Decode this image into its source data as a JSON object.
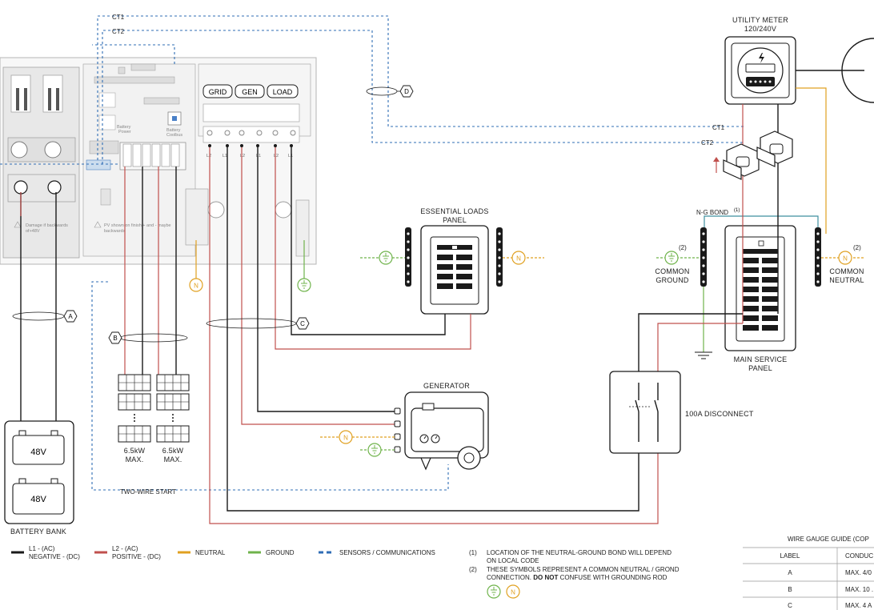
{
  "colors": {
    "l1_black": "#1a1a1a",
    "l2_red": "#c0504d",
    "neutral": "#e0a020",
    "ground": "#6fb34b",
    "sensors": "#2f6db5",
    "ng_bond": "#3f8f9f"
  },
  "labels": {
    "ct1": "CT1",
    "ct2": "CT2",
    "grid": "GRID",
    "gen": "GEN",
    "load": "LOAD",
    "utility_meter": [
      "UTILITY METER",
      "120/240V"
    ],
    "essential_loads_panel": [
      "ESSENTIAL LOADS",
      "PANEL"
    ],
    "ng_bond": "N-G BOND",
    "ng_bond_ref": "(1)",
    "common_ground": [
      "COMMON",
      "GROUND"
    ],
    "common_neutral": [
      "COMMON",
      "NEUTRAL"
    ],
    "ref2": "(2)",
    "main_service_panel": [
      "MAIN SERVICE",
      "PANEL"
    ],
    "generator": "GENERATOR",
    "disconnect": "100A DISCONNECT",
    "battery_48v": "48V",
    "battery_bank": "BATTERY BANK",
    "pv_string": [
      "6.5kW",
      "MAX."
    ],
    "two_wire_start": "TWO-WIRE START",
    "callout_a": "A",
    "callout_b": "B",
    "callout_c": "C",
    "callout_d": "D",
    "neutral_symbol": "N",
    "inverter_tiny_1": "Damage if backwards",
    "inverter_tiny_2": "of+48V",
    "inverter_tiny_3": "PV shown on finish + and - maybe",
    "inverter_tiny_4": "backwards",
    "inverter_tiny_5": "Battery",
    "inverter_tiny_6": "Power",
    "inverter_tiny_7": "Battery",
    "inverter_tiny_8": "Coolbus",
    "terminal_tags": [
      "L2",
      "L1"
    ]
  },
  "legend": [
    {
      "label": "L1 - (AC)\nNEGATIVE - (DC)",
      "color_key": "l1_black"
    },
    {
      "label": "L2 - (AC)\nPOSITIVE - (DC)",
      "color_key": "l2_red"
    },
    {
      "label": "NEUTRAL",
      "color_key": "neutral"
    },
    {
      "label": "GROUND",
      "color_key": "ground"
    },
    {
      "label": "SENSORS / COMMUNICATIONS",
      "color_key": "sensors"
    }
  ],
  "notes": [
    {
      "num": "(1)",
      "text": [
        "LOCATION OF THE NEUTRAL-GROUND BOND WILL DEPEND",
        "ON LOCAL CODE"
      ]
    },
    {
      "num": "(2)",
      "text_prefix": "THESE SYMBOLS REPRESENT A COMMON NEUTRAL / GROND",
      "text_line2_a": "CONNECTION. ",
      "text_line2_b": "DO NOT",
      "text_line2_c": " CONFUSE WITH GROUNDING ROD"
    }
  ],
  "wire_gauge_guide": {
    "title": "WIRE GAUGE GUIDE (COP",
    "headers": [
      "LABEL",
      "CONDUC"
    ],
    "rows": [
      [
        "A",
        "MAX. 4/0"
      ],
      [
        "B",
        "MAX. 10 ."
      ],
      [
        "C",
        "MAX. 4 A"
      ]
    ]
  }
}
